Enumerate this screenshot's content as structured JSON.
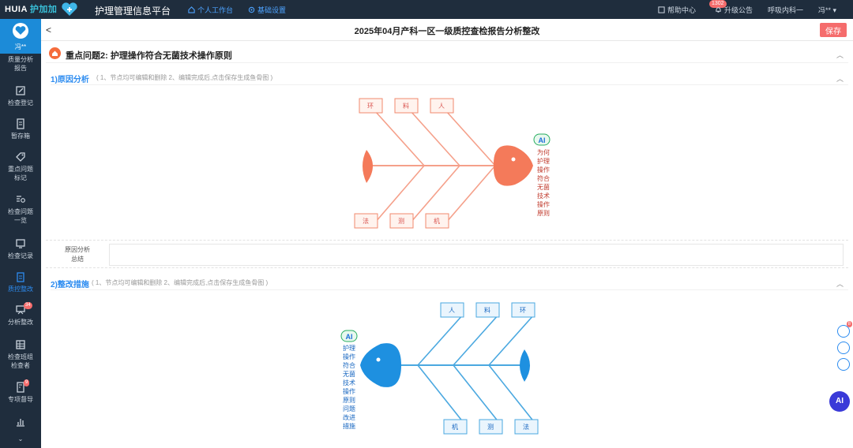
{
  "topbar": {
    "logo_en": "HUIA",
    "logo_cn": "护加加",
    "platform": "护理管理信息平台",
    "nav": [
      "个人工作台",
      "基础设置"
    ],
    "help": "帮助中心",
    "notice_badge": "1302",
    "notice": "升级公告",
    "dept": "呼吸内科一",
    "user": "冯**"
  },
  "sidebar": {
    "user": "冯**",
    "items": [
      {
        "label": "质量分析报告"
      },
      {
        "label": "检查登记"
      },
      {
        "label": "暂存箱"
      },
      {
        "label": "重点问题标记"
      },
      {
        "label": "检查问题一览"
      },
      {
        "label": "检查记录"
      },
      {
        "label": "质控整改"
      },
      {
        "label": "分析整改",
        "badge": "34"
      },
      {
        "label": "检查班组检查者"
      },
      {
        "label": "专项督导",
        "badge": "9"
      }
    ]
  },
  "header": {
    "back": "<",
    "title": "2025年04月产科一区一级质控查检报告分析整改",
    "save": "保存"
  },
  "issue": {
    "title": "重点问题2: 护理操作符合无菌技术操作原则"
  },
  "section1": {
    "title": "1)原因分析",
    "hint": "( 1、节点均可编辑和删除 2、编辑完成后,点击保存生成鱼骨图 )",
    "top_nodes": [
      "环",
      "料",
      "人"
    ],
    "bottom_nodes": [
      "法",
      "测",
      "机"
    ],
    "head_text": [
      "为何",
      "护理",
      "操作",
      "符合",
      "无菌",
      "技术",
      "操作",
      "原则"
    ],
    "ai": "AI"
  },
  "summary": {
    "label_line1": "原因分析",
    "label_line2": "总结",
    "value": ""
  },
  "section2": {
    "title": "2)整改措施",
    "hint": "( 1、节点均可编辑和删除 2、编辑完成后,点击保存生成鱼骨图 )",
    "top_nodes": [
      "人",
      "料",
      "环"
    ],
    "bottom_nodes": [
      "机",
      "测",
      "法"
    ],
    "head_text": [
      "护理",
      "操作",
      "符合",
      "无菌",
      "技术",
      "操作",
      "原则",
      "问题",
      "改进",
      "措施"
    ],
    "ai": "AI"
  },
  "float": {
    "badge": "8",
    "ai": "AI"
  },
  "colors": {
    "fish1": "#f5a08a",
    "fish1_head": "#f47a5a",
    "fish1_text": "#c0392b",
    "fish2": "#4aa8e0",
    "fish2_head": "#1e90e0",
    "fish2_text": "#1565c0",
    "accent": "#2d8cf0",
    "save": "#f56c6c",
    "sidebar": "#1f2d3d"
  }
}
